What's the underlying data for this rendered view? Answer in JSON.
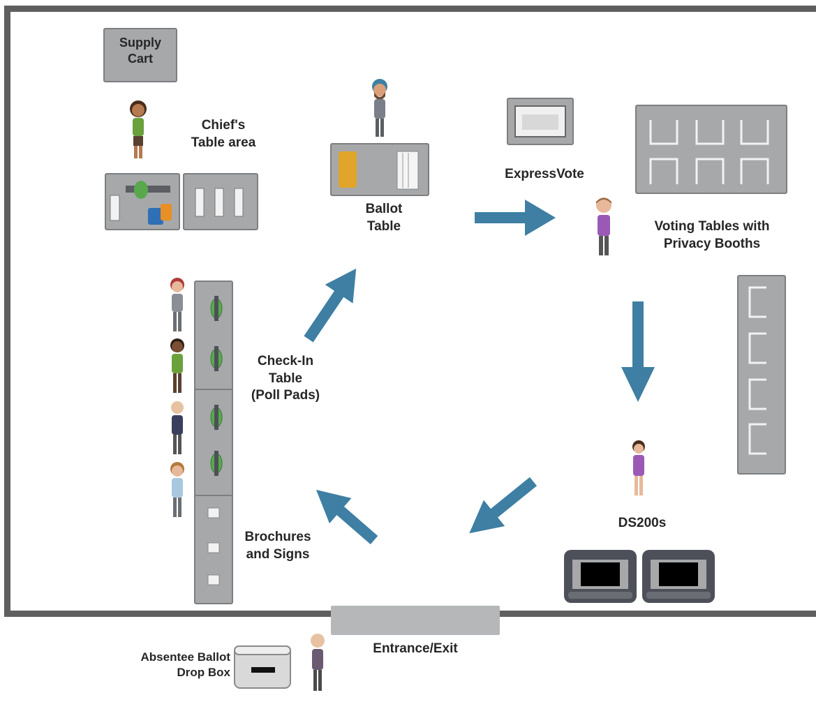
{
  "labels": {
    "supply_cart": [
      "Supply",
      "Cart"
    ],
    "chiefs_table": [
      "Chief's",
      "Table area"
    ],
    "ballot_table": [
      "Ballot",
      "Table"
    ],
    "expressvote": "ExpressVote",
    "voting_tables": [
      "Voting Tables with",
      "Privacy Booths"
    ],
    "checkin_table": [
      "Check-In",
      "Table",
      "(Poll Pads)"
    ],
    "brochures": [
      "Brochures",
      "and Signs"
    ],
    "ds200s": "DS200s",
    "entrance": "Entrance/Exit",
    "dropbox": [
      "Absentee Ballot",
      "Drop Box"
    ]
  },
  "colors": {
    "wall": "#5f5f5f",
    "furniture": "#a6a8aa",
    "arrow": "#3e7fa3",
    "poll_pad": "#5aa84e",
    "machine": "#4d5058"
  },
  "icons": [
    "person-icon",
    "poll-pad-icon",
    "ballot-stack-icon",
    "flow-arrow-icon"
  ]
}
